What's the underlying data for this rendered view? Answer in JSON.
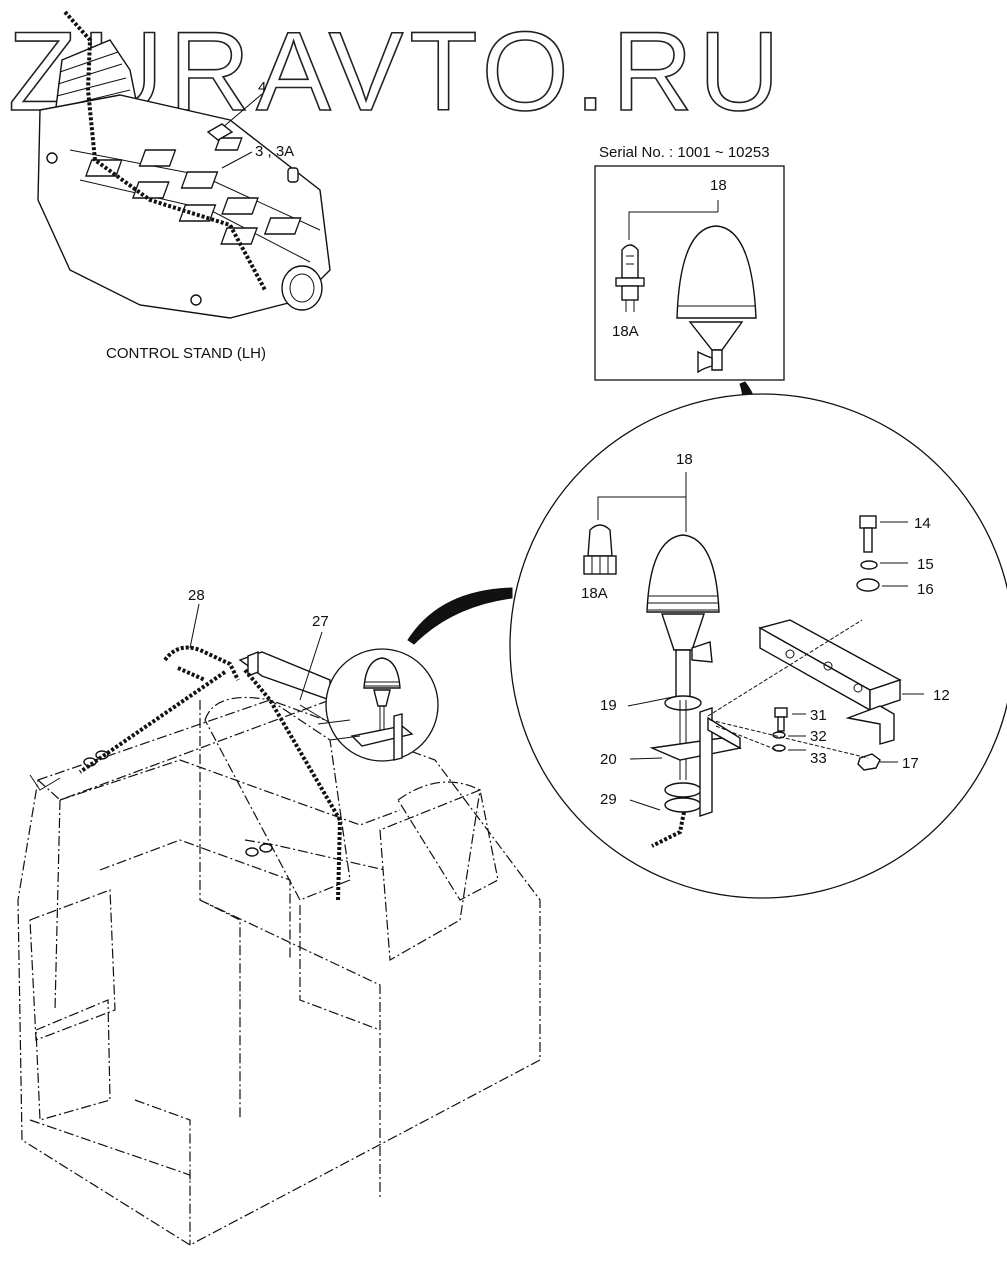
{
  "watermark": "ZURAVTO.RU",
  "top_left_caption": "CONTROL STAND (LH)",
  "serial_note": "Serial No. : 1001 ~ 10253",
  "callouts": {
    "c4": "4",
    "c3": "3 , 3A",
    "c18_box": "18",
    "c18a_box": "18A",
    "c18_circle": "18",
    "c18a_circle": "18A",
    "c14": "14",
    "c15": "15",
    "c16": "16",
    "c12": "12",
    "c19": "19",
    "c20": "20",
    "c29": "29",
    "c31": "31",
    "c32": "32",
    "c33": "33",
    "c17": "17",
    "c28": "28",
    "c27": "27"
  }
}
